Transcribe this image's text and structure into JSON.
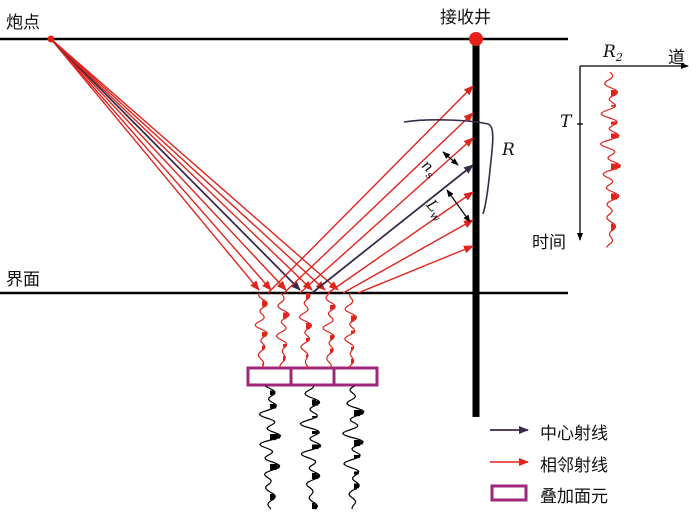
{
  "labels": {
    "shot_point": "炮点",
    "receiver_well": "接收井",
    "interface": "界面",
    "R": "R",
    "n_s": "n",
    "n_s_sub": "s",
    "L_w": "L",
    "L_w_sub": "w",
    "R2_main": "R",
    "R2_sub": "2",
    "trace": "道",
    "T": "T",
    "time": "时间"
  },
  "legend": [
    {
      "label": "中心射线",
      "color": "#3a2a4a"
    },
    {
      "label": "相邻射线",
      "color": "#e0241c"
    },
    {
      "label": "叠加面元",
      "color": "#a0287a"
    }
  ],
  "colors": {
    "central": "#3a2a4a",
    "adjacent": "#e0241c",
    "bin": "#a0287a",
    "surface": "#000000"
  }
}
